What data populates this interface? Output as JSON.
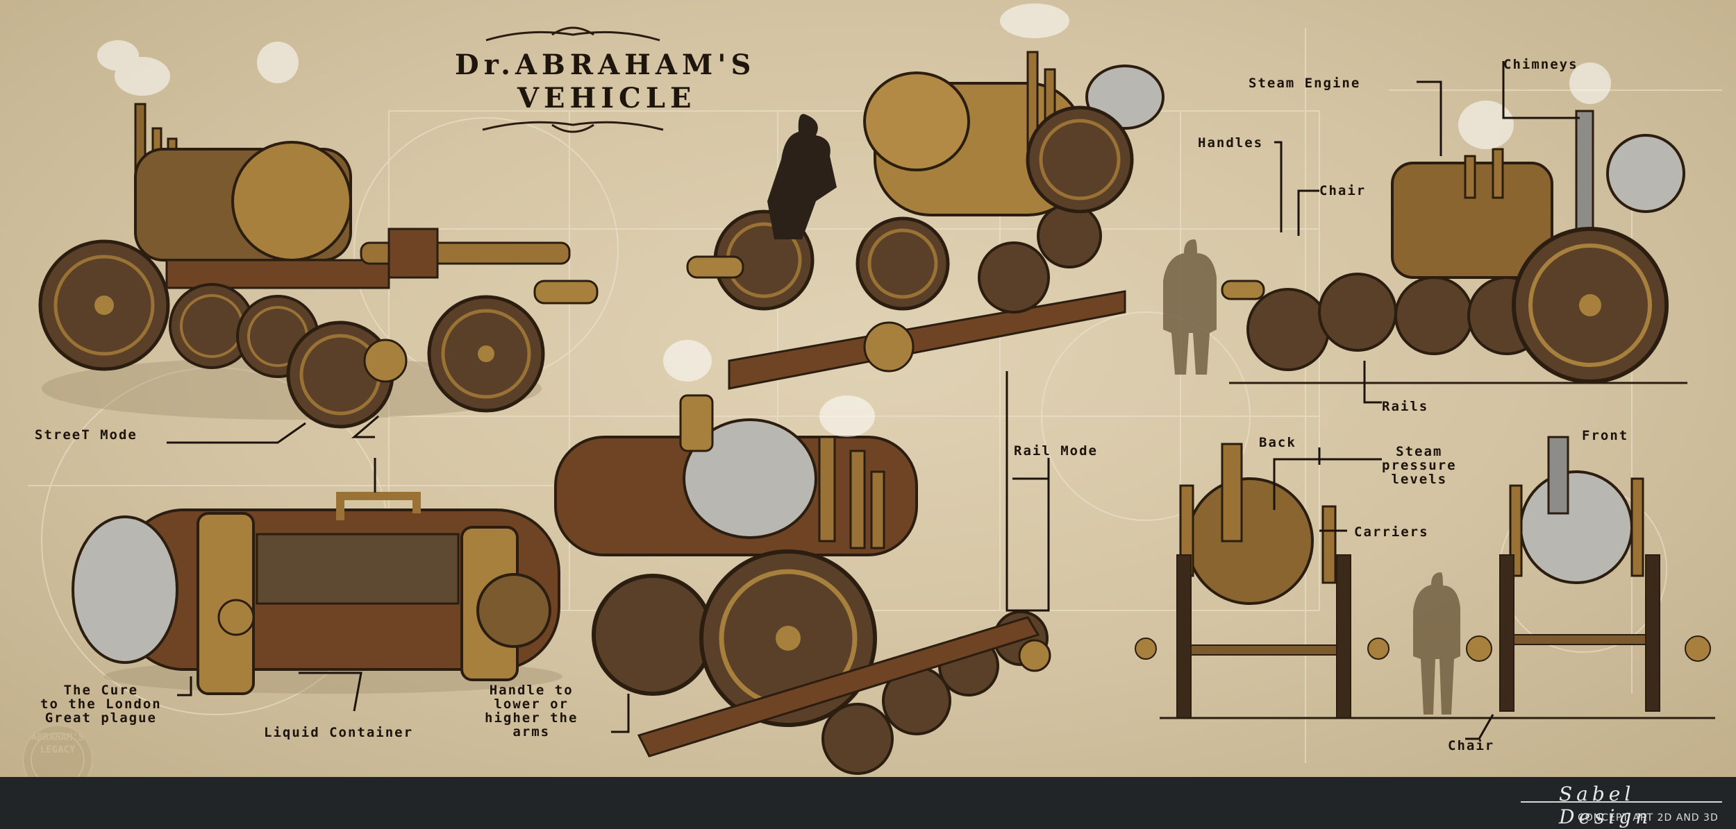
{
  "title": {
    "line1": "Dr.ABRAHAM'S",
    "line2": "VEHICLE"
  },
  "labels": {
    "street_mode": "StreeT Mode",
    "rail_mode": "Rail Mode",
    "steam_engine": "Steam Engine",
    "chimneys": "Chimneys",
    "handles": "Handles",
    "chair_side": "Chair",
    "rails": "Rails",
    "back": "Back",
    "front": "Front",
    "steam_pressure": "Steam\npressure\nlevels",
    "carriers": "Carriers",
    "chair_front": "Chair",
    "cure": "The Cure\nto the London\nGreat plague",
    "liquid_container": "Liquid Container",
    "handle_arms": "Handle to\nlower or\nhigher the\narms"
  },
  "stamp": {
    "text": "ABRAHAM'S\nLEGACY"
  },
  "footer": {
    "signature": "Sabel Design",
    "subtitle": "CONCEPT ART 2D AND 3D"
  },
  "colors": {
    "paper": "#d9cbae",
    "ink": "#1c140c",
    "brass": "#a8803e",
    "wood": "#6e4424",
    "steel": "#a9a7a2",
    "bar": "#222528"
  }
}
